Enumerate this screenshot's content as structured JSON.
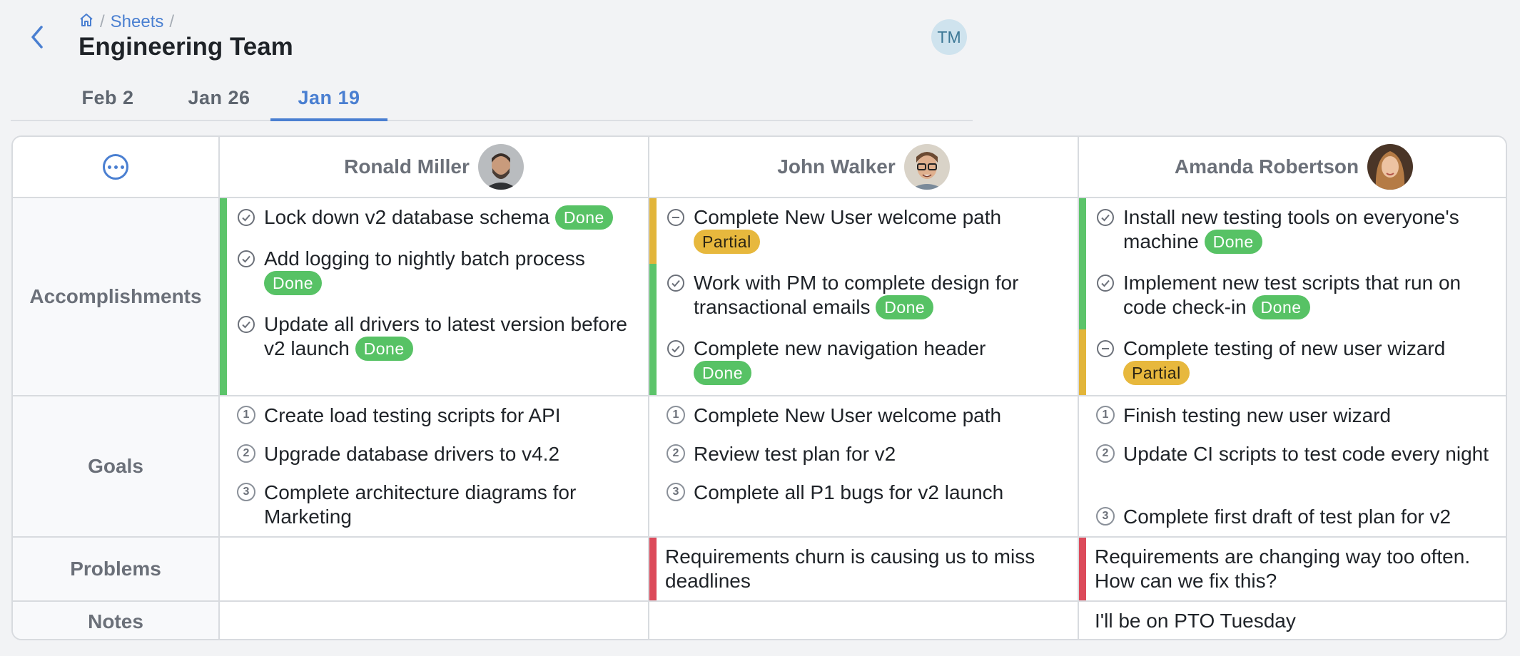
{
  "breadcrumb": {
    "home_icon": "home-icon",
    "sheets": "Sheets"
  },
  "page_title": "Engineering Team",
  "user_avatar": "TM",
  "tabs": [
    {
      "label": "Feb 2",
      "active": false
    },
    {
      "label": "Jan 26",
      "active": false
    },
    {
      "label": "Jan 19",
      "active": true
    }
  ],
  "colors": {
    "accent": "#4a7fd1",
    "done": "#57c265",
    "partial": "#e7b83d",
    "problem": "#dc4a5a"
  },
  "people": [
    {
      "name": "Ronald Miller"
    },
    {
      "name": "John Walker"
    },
    {
      "name": "Amanda Robertson"
    }
  ],
  "rows": {
    "accomplishments": "Accomplishments",
    "goals": "Goals",
    "problems": "Problems",
    "notes": "Notes"
  },
  "accomplishments": [
    [
      {
        "text": "Lock down v2 database schema",
        "status": "Done"
      },
      {
        "text": "Add logging to nightly batch process",
        "status": "Done"
      },
      {
        "text": "Update all drivers to latest version before v2 launch",
        "status": "Done"
      }
    ],
    [
      {
        "text": "Complete New User welcome path",
        "status": "Partial"
      },
      {
        "text": "Work with PM to complete design for transactional emails",
        "status": "Done"
      },
      {
        "text": "Complete new navigation header",
        "status": "Done"
      }
    ],
    [
      {
        "text": "Install new testing tools on everyone's machine",
        "status": "Done"
      },
      {
        "text": "Implement new test scripts that run on code check-in",
        "status": "Done"
      },
      {
        "text": "Complete testing of new user wizard",
        "status": "Partial"
      }
    ]
  ],
  "goals": [
    [
      "Create load testing scripts for API",
      "Upgrade database drivers to v4.2",
      "Complete architecture diagrams for Marketing"
    ],
    [
      "Complete New User welcome path",
      "Review test plan for v2",
      "Complete all P1 bugs for v2 launch"
    ],
    [
      "Finish testing new user wizard",
      "Update CI scripts to test code every night",
      "Complete first draft of test plan for v2"
    ]
  ],
  "goal_numbers": [
    "1",
    "2",
    "3"
  ],
  "problems": [
    "",
    "Requirements churn is causing us to miss deadlines",
    "Requirements are changing way too often. How can we fix this?"
  ],
  "notes": [
    "",
    "",
    "I'll be on PTO Tuesday"
  ]
}
